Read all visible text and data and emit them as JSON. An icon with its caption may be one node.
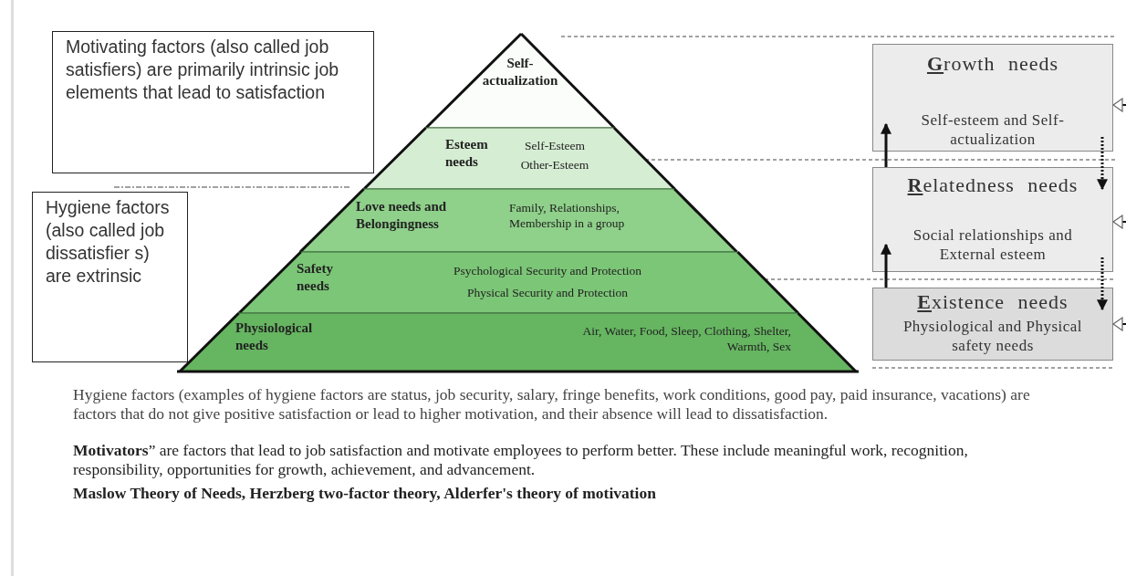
{
  "diagram": {
    "nodes": [
      {
        "text": [
          "Motivating factors (also called job satisfiers) are primarily intrinsic job elements that lead to satisfaction"
        ]
      },
      {
        "text": [
          "Hygiene factors (also called job dissatisfier s) are extrinsic"
        ]
      },
      {
        "text": [
          "Self-actualization"
        ]
      },
      {
        "text": [
          "Esteem needs",
          "Self-Esteem",
          "Other-Esteem"
        ]
      },
      {
        "text": [
          "Love needs and Belongingness",
          "Family, Relationships, Membership in a group"
        ]
      },
      {
        "text": [
          "Safety needs",
          "Psychological Security and Protection",
          "Physical Security and Protection"
        ]
      },
      {
        "text": [
          "Physiological needs",
          "Air, Water, Food, Sleep, Clothing, Shelter, Warmth, Sex"
        ]
      },
      {
        "text": [
          "Growth needs",
          "Self-esteem and Self-actualization"
        ]
      },
      {
        "text": [
          "Relatedness needs",
          "Social relationships and External esteem"
        ]
      },
      {
        "text": [
          "Existence needs",
          "Physiological and Physical safety needs"
        ]
      }
    ],
    "edges": [
      {
        "from": 9,
        "to": 8,
        "arrow": "to"
      },
      {
        "from": 8,
        "to": 7,
        "arrow": "to"
      },
      {
        "from": 7,
        "to": 8,
        "arrow": "to",
        "style": "dashed"
      },
      {
        "from": 8,
        "to": 9,
        "arrow": "to",
        "style": "dashed"
      },
      {
        "from": null,
        "to": 7,
        "arrow": "to"
      },
      {
        "from": null,
        "to": 8,
        "arrow": "to"
      },
      {
        "from": null,
        "to": 9,
        "arrow": "to"
      }
    ],
    "labels": [
      "Hygiene factors (examples of hygiene factors are status, job security, salary, fringe benefits, work conditions, good pay, paid insurance, vacations) are factors that do not give positive satisfaction or lead to higher motivation, and their absence will lead to dissatisfaction.",
      "**Motivators**” are factors that lead to job satisfaction and motivate employees to perform better. These include meaningful work, recognition, responsibility, opportunities for growth, achievement, and advancement.",
      "Maslow Theory of Needs, Herzberg two-factor theory, Alderfer's theory of motivation"
    ]
  }
}
